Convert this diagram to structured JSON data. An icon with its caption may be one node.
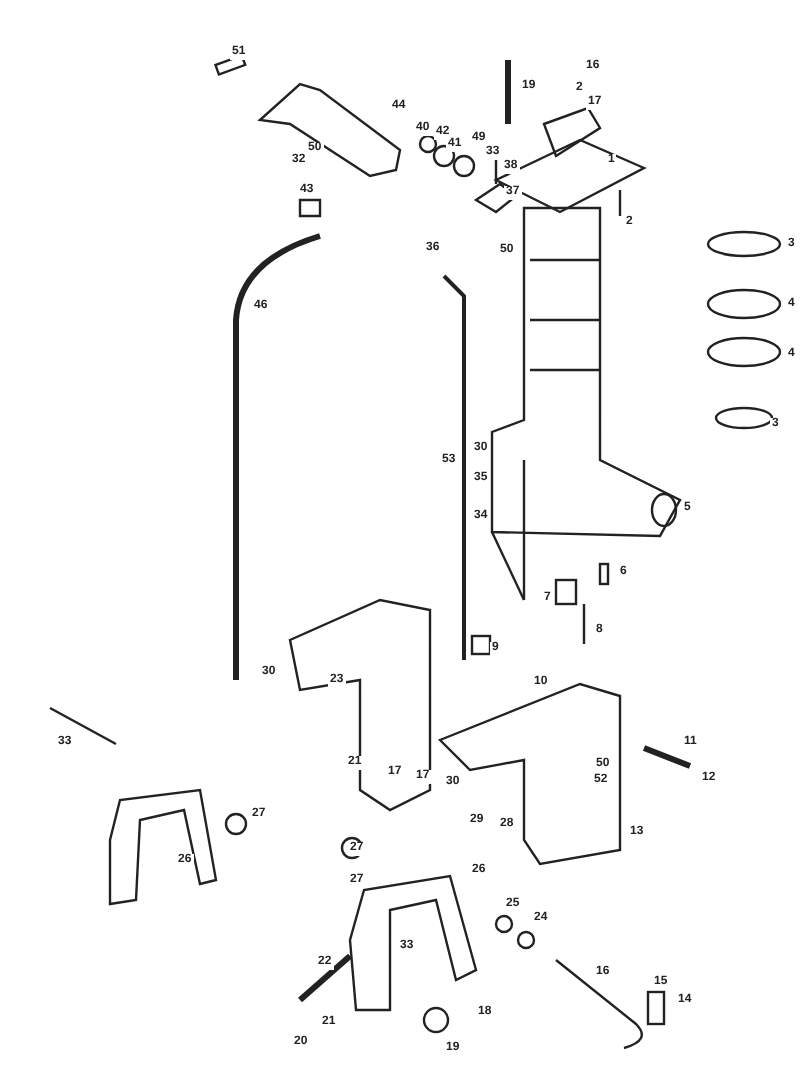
{
  "diagram": {
    "labels": [
      "51",
      "16",
      "19",
      "2",
      "17",
      "44",
      "40",
      "42",
      "41",
      "49",
      "50",
      "33",
      "32",
      "38",
      "37",
      "43",
      "1",
      "2",
      "36",
      "50",
      "3",
      "46",
      "4",
      "4",
      "3",
      "30",
      "53",
      "35",
      "5",
      "34",
      "6",
      "7",
      "8",
      "9",
      "30",
      "23",
      "10",
      "33",
      "21",
      "17",
      "11",
      "30",
      "50",
      "12",
      "52",
      "17",
      "29",
      "28",
      "13",
      "27",
      "27",
      "26",
      "27",
      "26",
      "25",
      "24",
      "33",
      "22",
      "16",
      "15",
      "14",
      "21",
      "18",
      "20",
      "19"
    ]
  }
}
